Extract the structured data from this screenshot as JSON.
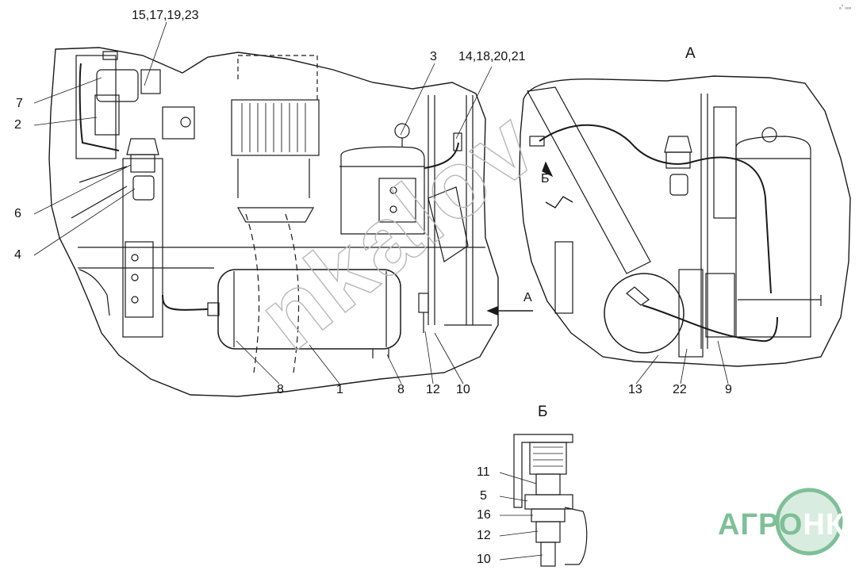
{
  "callouts": {
    "c15": "15,17,19,23",
    "c3": "3",
    "c14": "14,18,20,21",
    "c7": "7",
    "c2": "2",
    "c6": "6",
    "c4": "4",
    "c8a": "8",
    "c1": "1",
    "c8b": "8",
    "c12": "12",
    "c10": "10",
    "c13": "13",
    "c22": "22",
    "c9": "9",
    "d11": "11",
    "d5": "5",
    "d16": "16",
    "d12": "12",
    "d10": "10"
  },
  "view_labels": {
    "view_a": "А",
    "arrow_a": "А",
    "view_b_title": "Б",
    "arrow_b": "Б"
  },
  "corner_mark": "ₐ° ₒₒₒ",
  "watermark": "nkalov",
  "logo": {
    "primary": "АГРО",
    "secondary": "НКЛ",
    "color": "#7fbf98"
  }
}
